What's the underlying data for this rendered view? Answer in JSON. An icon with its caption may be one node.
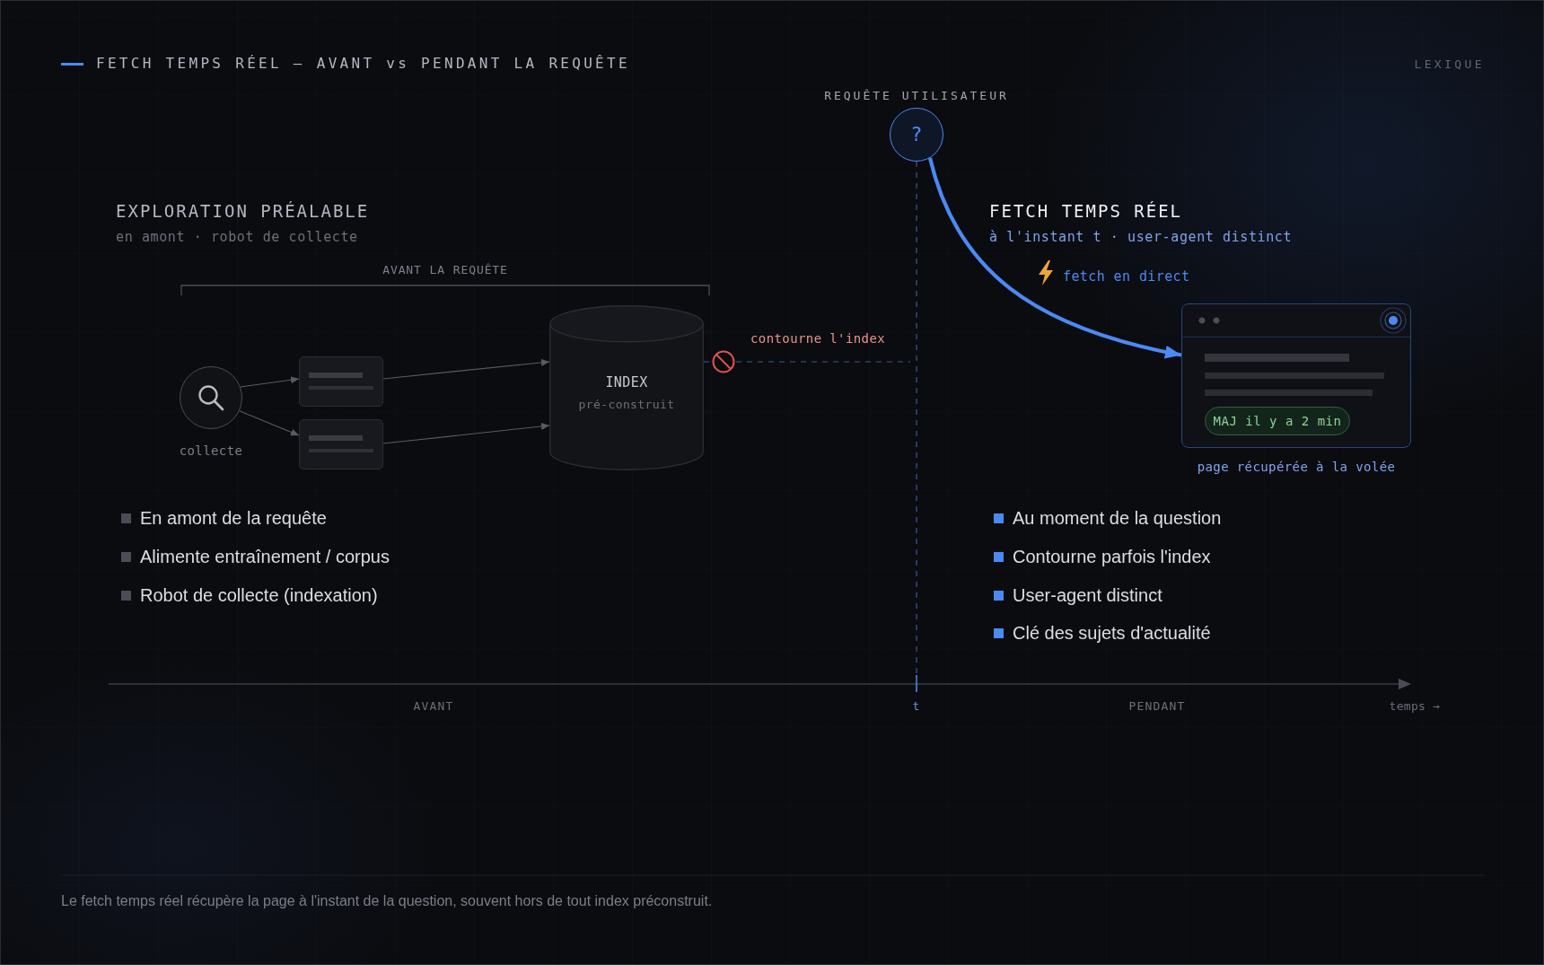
{
  "diagram": {
    "title": "FETCH TEMPS RÉEL — AVANT vs PENDANT LA REQUÊTE",
    "caption": "Le fetch temps réel récupère la page à l'instant de la question, souvent hors de tout index préconstruit.",
    "nodes": [
      {
        "text": [],
        "shape": "circle",
        "beside": [
          "collecte"
        ]
      },
      {
        "text": [],
        "shape": "box"
      },
      {
        "text": [],
        "shape": "box"
      },
      {
        "text": [
          "INDEX",
          "pré-construit"
        ]
      },
      {
        "text": [
          "?"
        ],
        "beside": [
          "REQUÊTE UTILISATEUR"
        ]
      },
      {
        "text": [],
        "shape": "box",
        "beside": [
          "page récupérée à la volée"
        ]
      },
      {
        "text": [
          "MAJ il y a 2 min"
        ],
        "in": 5
      }
    ],
    "edges": [
      {
        "from": 0,
        "to": 1,
        "arrow": "to"
      },
      {
        "from": 0,
        "to": 2,
        "arrow": "to"
      },
      {
        "from": 1,
        "to": 3,
        "arrow": "to"
      },
      {
        "from": 2,
        "to": 3,
        "arrow": "to"
      },
      {
        "from": 3,
        "to": null,
        "arrow": "other",
        "label": "contourne l'index",
        "style": "dashed",
        "color": "#3a5a96"
      },
      {
        "from": 4,
        "to": null,
        "arrow": "none",
        "style": "dashed",
        "color": "#3a5a96"
      },
      {
        "from": 4,
        "to": 5,
        "arrow": "to",
        "label": "fetch en direct",
        "style": "thick",
        "color": "#4a8af4"
      }
    ],
    "labels": [
      "LEXIQUE",
      "EXPLORATION PRÉALABLE",
      "en amont · robot de collecte",
      "FETCH TEMPS RÉEL",
      "à l'instant t · user-agent distinct",
      "AVANT LA REQUÊTE",
      "En amont de la requête",
      "Alimente entraînement / corpus",
      "Robot de collecte (indexation)",
      "Au moment de la question",
      "Contourne parfois l'index",
      "User-agent distinct",
      "Clé des sujets d'actualité",
      "AVANT",
      "t",
      "PENDANT",
      "temps →"
    ]
  }
}
